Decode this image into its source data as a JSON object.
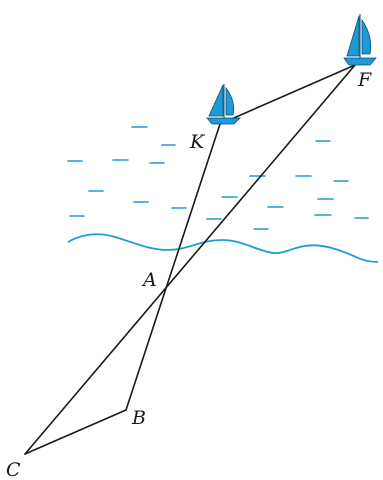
{
  "points": {
    "F": {
      "label": "F"
    },
    "K": {
      "label": "K"
    },
    "A": {
      "label": "A"
    },
    "B": {
      "label": "B"
    },
    "C": {
      "label": "C"
    }
  },
  "boats": [
    "sailboat-icon",
    "sailboat-icon"
  ],
  "colors": {
    "water": "#1e9bd7",
    "line": "#1a1a1a",
    "sail": "#1e9bd7"
  }
}
